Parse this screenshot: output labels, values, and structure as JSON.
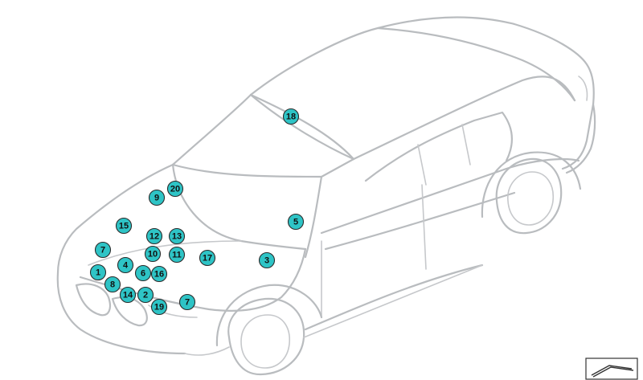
{
  "diagram": {
    "subject": "car-outline",
    "accent_color": "#2ec4c6",
    "callouts": [
      {
        "label": "1"
      },
      {
        "label": "2"
      },
      {
        "label": "3"
      },
      {
        "label": "4"
      },
      {
        "label": "5"
      },
      {
        "label": "6"
      },
      {
        "label": "7"
      },
      {
        "label": "7"
      },
      {
        "label": "8"
      },
      {
        "label": "9"
      },
      {
        "label": "10"
      },
      {
        "label": "11"
      },
      {
        "label": "12"
      },
      {
        "label": "13"
      },
      {
        "label": "14"
      },
      {
        "label": "15"
      },
      {
        "label": "16"
      },
      {
        "label": "17"
      },
      {
        "label": "18"
      },
      {
        "label": "19"
      },
      {
        "label": "20"
      }
    ],
    "reference_icon": "document-reference-icon"
  }
}
